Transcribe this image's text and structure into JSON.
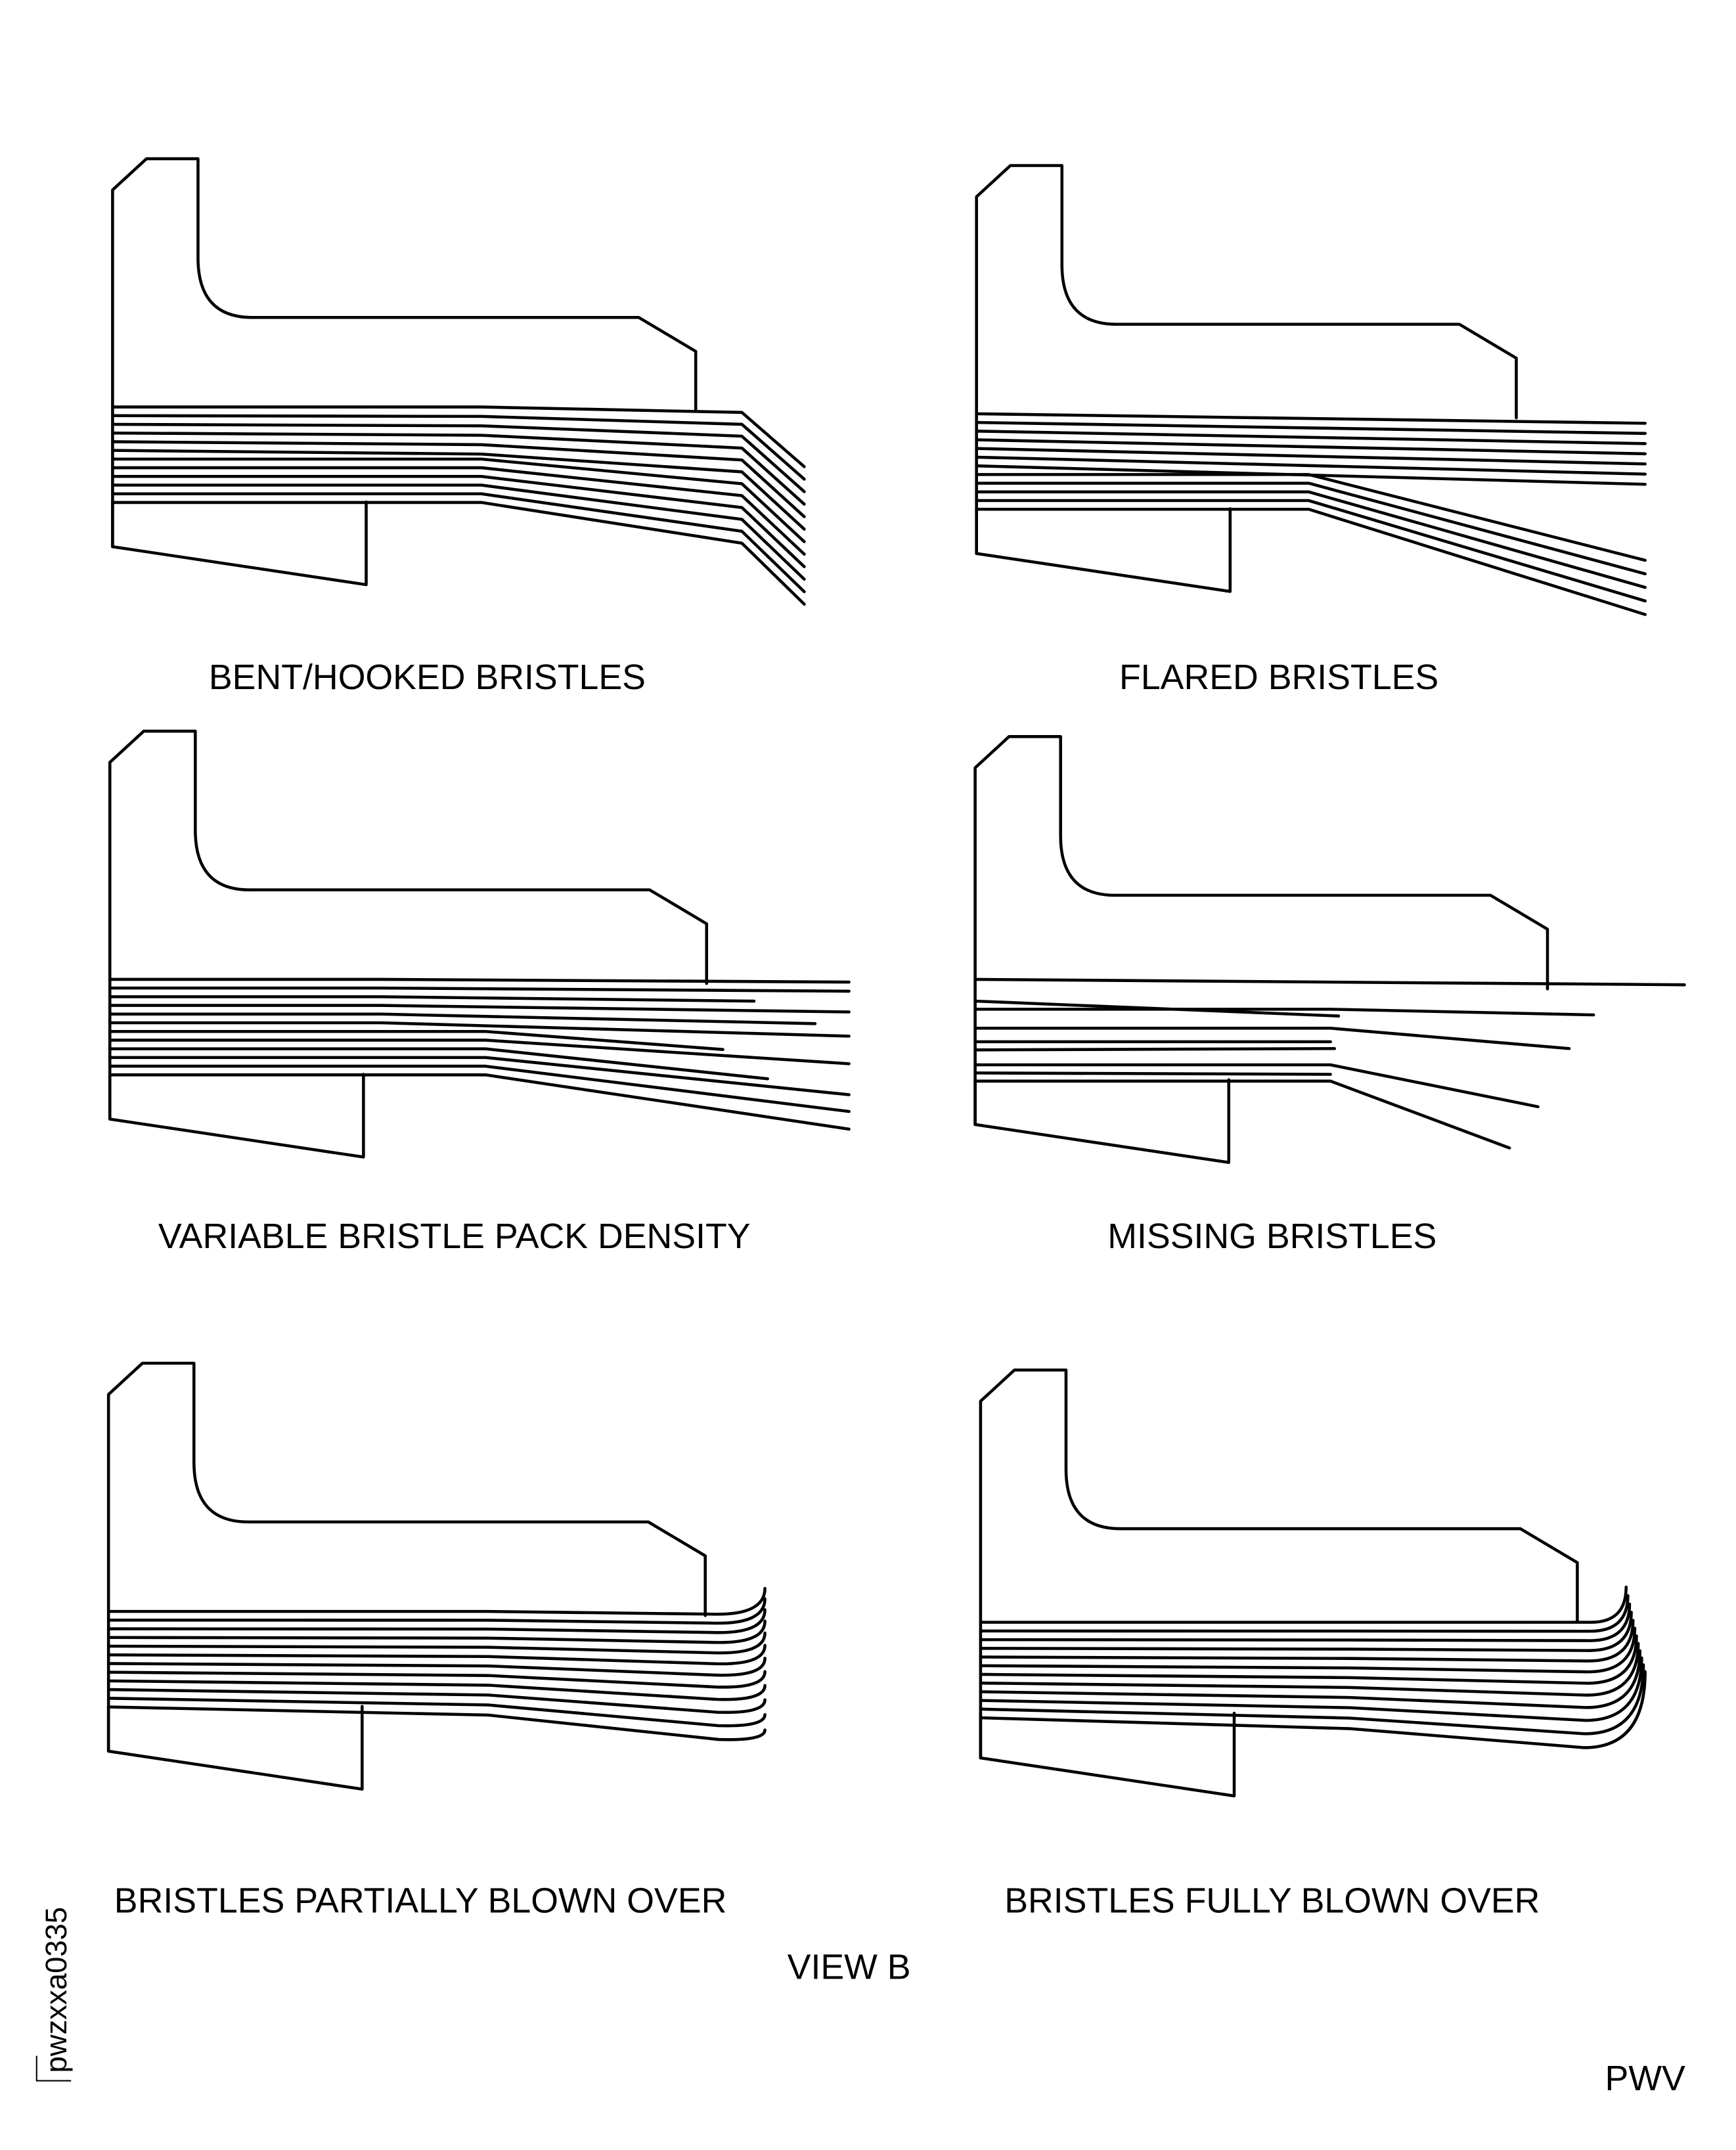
{
  "diagram": {
    "panels": [
      {
        "id": "bent-hooked",
        "label": "BENT/HOOKED BRISTLES"
      },
      {
        "id": "flared",
        "label": "FLARED BRISTLES"
      },
      {
        "id": "variable-density",
        "label": "VARIABLE BRISTLE PACK DENSITY"
      },
      {
        "id": "missing",
        "label": "MISSING BRISTLES"
      },
      {
        "id": "partially-blown-over",
        "label": "BRISTLES PARTIALLY BLOWN OVER"
      },
      {
        "id": "fully-blown-over",
        "label": "BRISTLES FULLY BLOWN OVER"
      }
    ],
    "view_label": "VIEW B",
    "figure_id": "pwzxxa0335",
    "corner_code": "PWV"
  }
}
